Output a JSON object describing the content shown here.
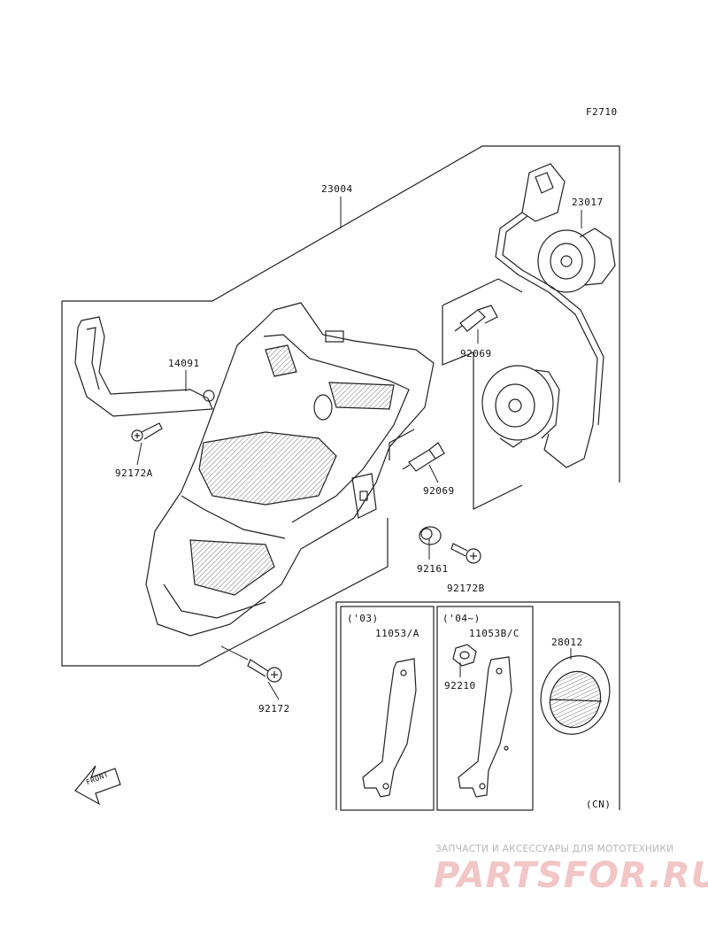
{
  "figure_code": "F2710",
  "parts": {
    "p23004": "23004",
    "p23017": "23017",
    "p14091": "14091",
    "p92069_a": "92069",
    "p92069_b": "92069",
    "p92172A": "92172A",
    "p92161": "92161",
    "p92172B": "92172B",
    "p92172": "92172",
    "p11053A": "11053/A",
    "p11053BC": "11053B/C",
    "p92210": "92210",
    "p28012": "28012"
  },
  "variants": {
    "year_03": "('03)",
    "year_04": "('04~)",
    "region": "(CN)"
  },
  "front_arrow": "FRONT",
  "watermark": {
    "tagline": "ЗАПЧАСТИ И АКСЕССУАРЫ ДЛЯ МОТОТЕХНИКИ",
    "brand": "PARTSFOR.RU"
  },
  "colors": {
    "line": "#222222",
    "hatch": "#777777",
    "watermark_brand": "#f2c6c6",
    "watermark_text": "#b7b7b7"
  }
}
